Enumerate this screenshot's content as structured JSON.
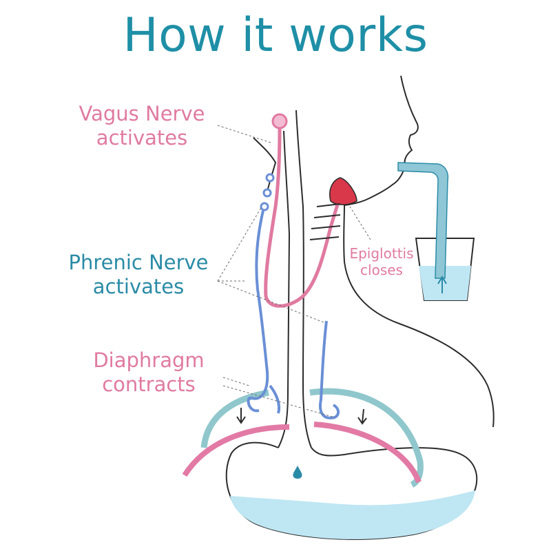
{
  "title": "How it works",
  "labels": {
    "vagus": [
      "Vagus Nerve",
      "activates"
    ],
    "phrenic": [
      "Phrenic Nerve",
      "activates"
    ],
    "diaphragm": [
      "Diaphragm",
      "contracts"
    ],
    "epiglottis": [
      "Epiglottis",
      "closes"
    ]
  },
  "colors": {
    "title": "#1e8fa6",
    "pink": "#e07aa0",
    "blue": "#2a8ba6",
    "nerve_blue": "#6a8fd6",
    "diaphragm_teal": "#8fc7cc",
    "diaphragm_pink": "#e27aa5",
    "water": "#bfe6f3",
    "outline": "#2b2b2b",
    "epiglottis_red": "#d8384a"
  }
}
